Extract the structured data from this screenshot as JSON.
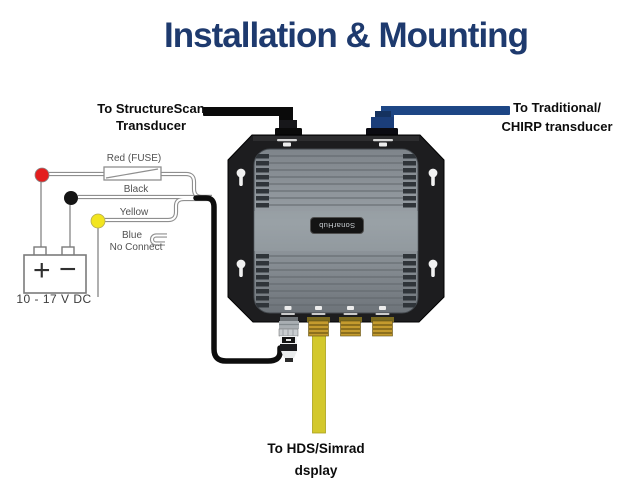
{
  "title": "Installation & Mounting",
  "device": {
    "name": "SonarHub"
  },
  "connections": {
    "structurescan": {
      "line1": "To StructureScan",
      "line2": "Transducer"
    },
    "chirp": {
      "line1": "To Traditional/",
      "line2": "CHIRP transducer"
    },
    "display": {
      "line1": "To HDS/Simrad",
      "line2": "dsplay"
    }
  },
  "power_wiring": {
    "red": "Red (FUSE)",
    "black": "Black",
    "yellow": "Yellow",
    "blue_line1": "Blue",
    "blue_line2": "No Connect",
    "battery_label": "10 - 17 V DC",
    "plus": "+",
    "minus": "−"
  },
  "colors": {
    "title_navy": "#1e3a6e",
    "cable_blue": "#1d4685",
    "cable_yellow": "#d3c82c",
    "cable_black": "#0d0d0d",
    "terminal_red": "#e31e1e",
    "terminal_black": "#141414",
    "terminal_yellow": "#f2e51f",
    "connector_gold": "#c49b2e",
    "device_body_gray": "#8b9196",
    "device_casing": "#1d1d1f"
  }
}
